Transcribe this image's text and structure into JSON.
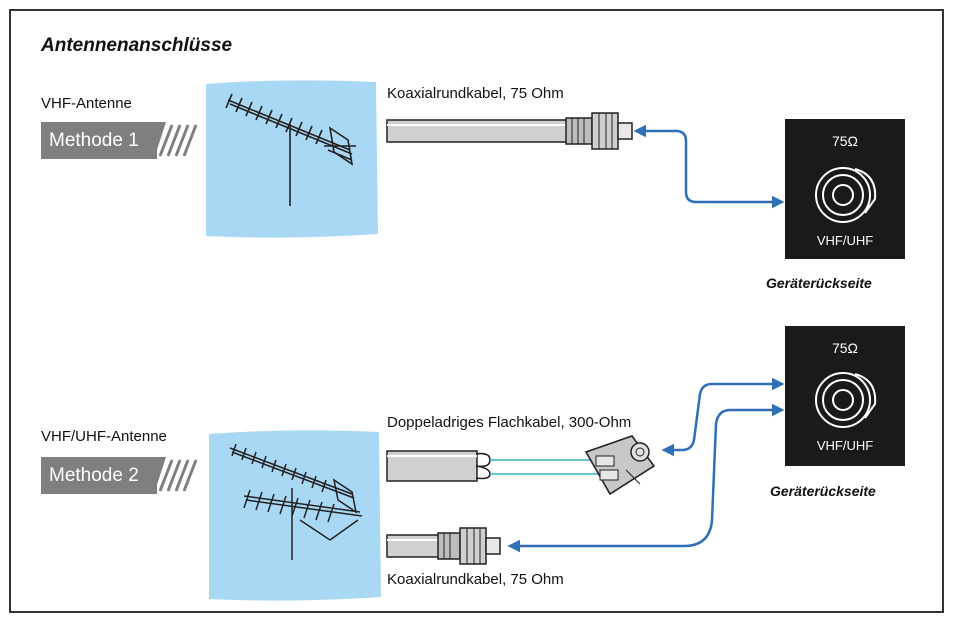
{
  "title": "Antennenanschlüsse",
  "method1": {
    "antenna_label": "VHF-Antenne",
    "method_label": "Methode 1",
    "cable_label": "Koaxialrundkabel, 75 Ohm",
    "panel_ohm": "75Ω",
    "panel_band": "VHF/UHF",
    "rear_label": "Geräterückseite"
  },
  "method2": {
    "antenna_label": "VHF/UHF-Antenne",
    "method_label": "Methode 2",
    "flat_cable_label": "Doppeladriges Flachkabel, 300-Ohm",
    "coax_cable_label": "Koaxialrundkabel, 75 Ohm",
    "panel_ohm": "75Ω",
    "panel_band": "VHF/UHF",
    "rear_label": "Geräterückseite"
  },
  "colors": {
    "sky": "#a9d8f5",
    "arrow": "#2f6fb5",
    "twin_lead": "#36b3c4",
    "panel": "#1a1a1a",
    "method_bar": "#7f7f7f"
  },
  "icons": [
    "yagi-antenna-icon",
    "coax-connector-icon",
    "balun-transformer-icon",
    "antenna-jack-icon"
  ]
}
